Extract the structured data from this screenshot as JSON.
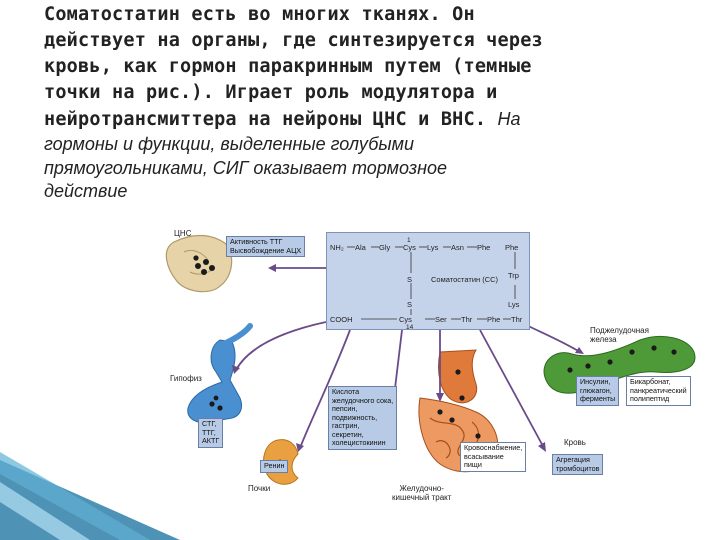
{
  "paragraph": {
    "bold_lines": [
      "Соматостатин есть во многих тканях. Он",
      "действует на органы, где синтезируется через",
      "кровь, как гормон паракринным путем (темные",
      "точки на рис.). Играет роль модулятора и"
    ],
    "bold_last_line": "нейротрансмиттера на нейроны ЦНС и ВНС.",
    "italic_start": "На",
    "italic_lines": [
      "гормоны и функции, выделенные голубыми",
      "прямоугольниками, СИГ оказывает тормозное",
      "действие"
    ]
  },
  "figure": {
    "organs": {
      "cns": "ЦНС",
      "pituitary": "Гипофиз",
      "kidneys": "Почки",
      "gi_tract": "Желудочно-\nкишечный тракт",
      "pancreas": "Поджелудочная\nжелеза",
      "blood": "Кровь"
    },
    "boxes": {
      "cns_effects": "Активность ТТГ\nВысвобождение АЦХ",
      "pituitary_hormones": "СТГ,\nТТГ,\nАКТГ",
      "kidney_effect": "Ренин",
      "gi_secretion": "Кислота\nжелудочного сока,\nпепсин,\nподвижность,\nгастрин,\nсекретин,\nхолецистокинин",
      "gi_blood": "Кровоснабжение,\nвсасывание\nпищи",
      "blood_effect": "Агрегация\nтромбоцитов",
      "pancreas_hormones": "Инсулин,\nглюкагон,\nферменты",
      "pancreas_other": "Бикарбонат,\nпанкреатический\nполипептид"
    },
    "peptide": {
      "n_terminal": "NH₂",
      "top_chain": [
        "Ala",
        "Gly",
        "Cys",
        "Lys",
        "Asn",
        "Phe",
        "Phe"
      ],
      "bottom_chain": [
        "Cys",
        "Ser",
        "Thr",
        "Phe",
        "Thr"
      ],
      "c_terminal": "COOH",
      "right_side": [
        "Trp",
        "Lys"
      ],
      "disulfide": [
        "S",
        "S"
      ],
      "position_top": "1",
      "position_bottom": "14",
      "name": "Соматостатин (СС)"
    },
    "colors": {
      "purple_arrow": "#6a4b8a",
      "pancreas_green": "#4f9a38",
      "pituitary_blue": "#4a8fd0",
      "kidney_orange": "#e8a040",
      "gut_orange": "#e07a3a",
      "cns_tan": "#e6d3a8",
      "box_blue": "#b7cbe6"
    }
  }
}
